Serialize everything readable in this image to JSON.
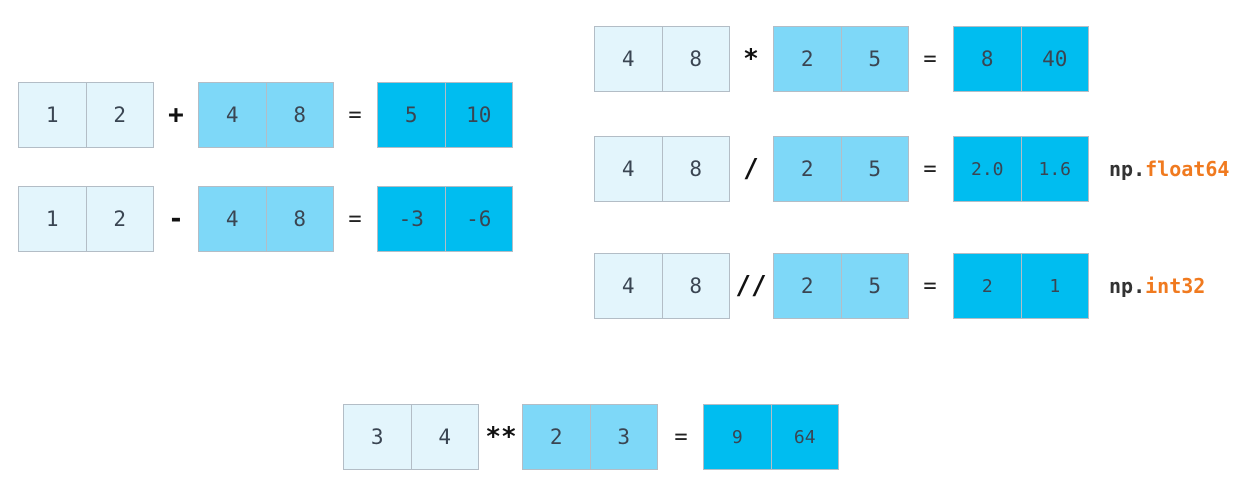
{
  "colors": {
    "operand_a": "#e3f5fc",
    "operand_b": "#7ed8f8",
    "result": "#00bdf0",
    "dtype_accent": "#f07a1f"
  },
  "add": {
    "a": [
      "1",
      "2"
    ],
    "op": "+",
    "b": [
      "4",
      "8"
    ],
    "eq": "=",
    "result": [
      "5",
      "10"
    ]
  },
  "sub": {
    "a": [
      "1",
      "2"
    ],
    "op": "-",
    "b": [
      "4",
      "8"
    ],
    "eq": "=",
    "result": [
      "-3",
      "-6"
    ]
  },
  "mul": {
    "a": [
      "4",
      "8"
    ],
    "op": "*",
    "b": [
      "2",
      "5"
    ],
    "eq": "=",
    "result": [
      "8",
      "40"
    ]
  },
  "div": {
    "a": [
      "4",
      "8"
    ],
    "op": "/",
    "b": [
      "2",
      "5"
    ],
    "eq": "=",
    "result": [
      "2.0",
      "1.6"
    ],
    "dtype_prefix": "np.",
    "dtype_name": "float64"
  },
  "floordiv": {
    "a": [
      "4",
      "8"
    ],
    "op": "//",
    "b": [
      "2",
      "5"
    ],
    "eq": "=",
    "result": [
      "2",
      "1"
    ],
    "dtype_prefix": "np.",
    "dtype_name": "int32"
  },
  "pow": {
    "a": [
      "3",
      "4"
    ],
    "op": "**",
    "b": [
      "2",
      "3"
    ],
    "eq": "=",
    "result": [
      "9",
      "64"
    ]
  }
}
